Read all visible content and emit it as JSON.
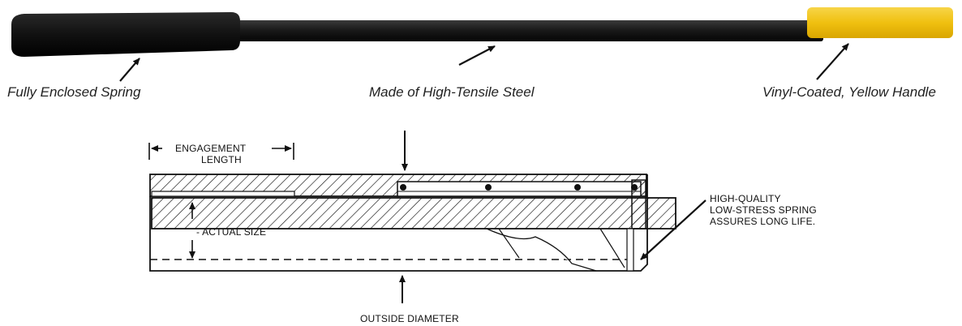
{
  "captions": {
    "spring": "Fully Enclosed Spring",
    "steel": "Made of High-Tensile Steel",
    "handle": "Vinyl-Coated, Yellow Handle"
  },
  "diagram": {
    "engagement_line1": "ENGAGEMENT",
    "engagement_line2": "LENGTH",
    "actual_size": "ACTUAL SIZE",
    "outside_diameter": "OUTSIDE DIAMETER",
    "spring_note_line1": "HIGH-QUALITY",
    "spring_note_line2": "LOW-STRESS SPRING",
    "spring_note_line3": "ASSURES LONG LIFE."
  },
  "colors": {
    "tool_body": "#151515",
    "grip": "#0d0d0d",
    "handle": "#f2c316"
  }
}
